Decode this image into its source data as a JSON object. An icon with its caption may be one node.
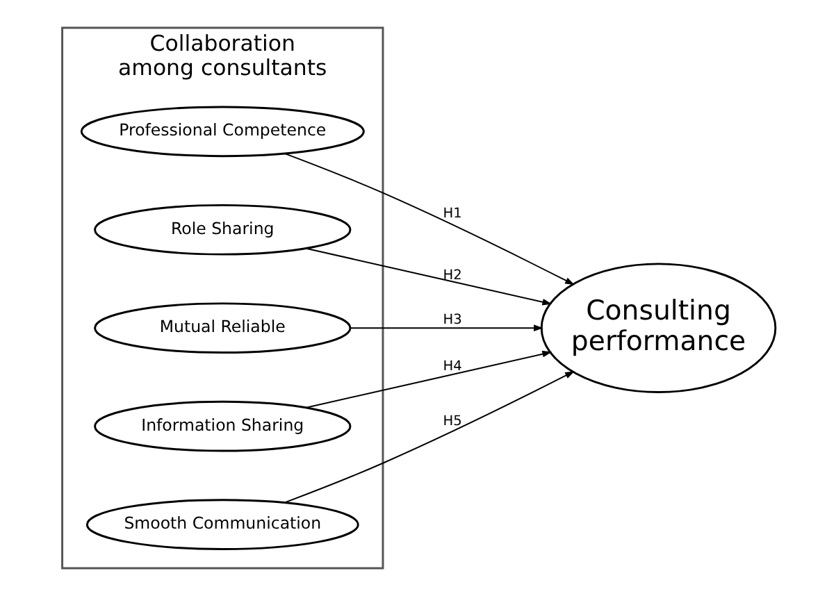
{
  "diagram": {
    "nodes": [
      {
        "text": [
          "Collaboration among consultants"
        ]
      },
      {
        "text": [
          "Professional Competence"
        ],
        "in": 0
      },
      {
        "text": [
          "Role Sharing"
        ],
        "in": 0
      },
      {
        "text": [
          "Mutual Reliable"
        ],
        "in": 0
      },
      {
        "text": [
          "Information Sharing"
        ],
        "in": 0
      },
      {
        "text": [
          "Smooth Communication"
        ],
        "in": 0
      },
      {
        "text": [
          "Consulting performance"
        ]
      }
    ],
    "edges": [
      {
        "from": 1,
        "to": 6,
        "arrow": "to",
        "label": "H1"
      },
      {
        "from": 2,
        "to": 6,
        "arrow": "to",
        "label": "H2"
      },
      {
        "from": 3,
        "to": 6,
        "arrow": "to",
        "label": "H3"
      },
      {
        "from": 4,
        "to": 6,
        "arrow": "to",
        "label": "H4"
      },
      {
        "from": 5,
        "to": 6,
        "arrow": "to",
        "label": "H5"
      }
    ]
  }
}
